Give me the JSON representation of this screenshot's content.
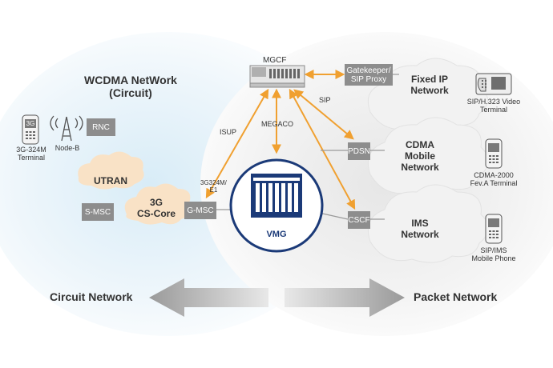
{
  "colors": {
    "orange": "#f0a030",
    "box_gray": "#8d8d8d",
    "navy": "#1b3a78",
    "arrow_gray": "#a9a9a9"
  },
  "circuit_side": {
    "title": "WCDMA NetWork",
    "subtitle": "(Circuit)"
  },
  "nodes": {
    "mgcf": "MGCF",
    "gatekeeper": "Gatekeeper/\nSIP Proxy",
    "rnc": "RNC",
    "smsc": "S-MSC",
    "gmsc": "G-MSC",
    "pdsn": "PDSN",
    "cscf": "CSCF",
    "vmg": "VMG",
    "node_b": "Node-B"
  },
  "clouds": {
    "utran": "UTRAN",
    "cs_core": "3G\nCS-Core",
    "fixed_ip": "Fixed IP\nNetwork",
    "cdma": "CDMA\nMobile\nNetwork",
    "ims": "IMS\nNetwork"
  },
  "protocols": {
    "isup": "ISUP",
    "megaco": "MEGACO",
    "sip": "SIP",
    "e1": "3G324M/\nE1"
  },
  "terminals": {
    "t324m": {
      "screen": "3G",
      "label": "3G-324M\nTerminal"
    },
    "sip_h323": "SIP/H.323 Video\nTerminal",
    "cdma2000": "CDMA-2000\nFev.A Terminal",
    "sip_ims": "SIP/IMS\nMobile Phone"
  },
  "bottom": {
    "circuit": "Circuit Network",
    "packet": "Packet Network"
  }
}
